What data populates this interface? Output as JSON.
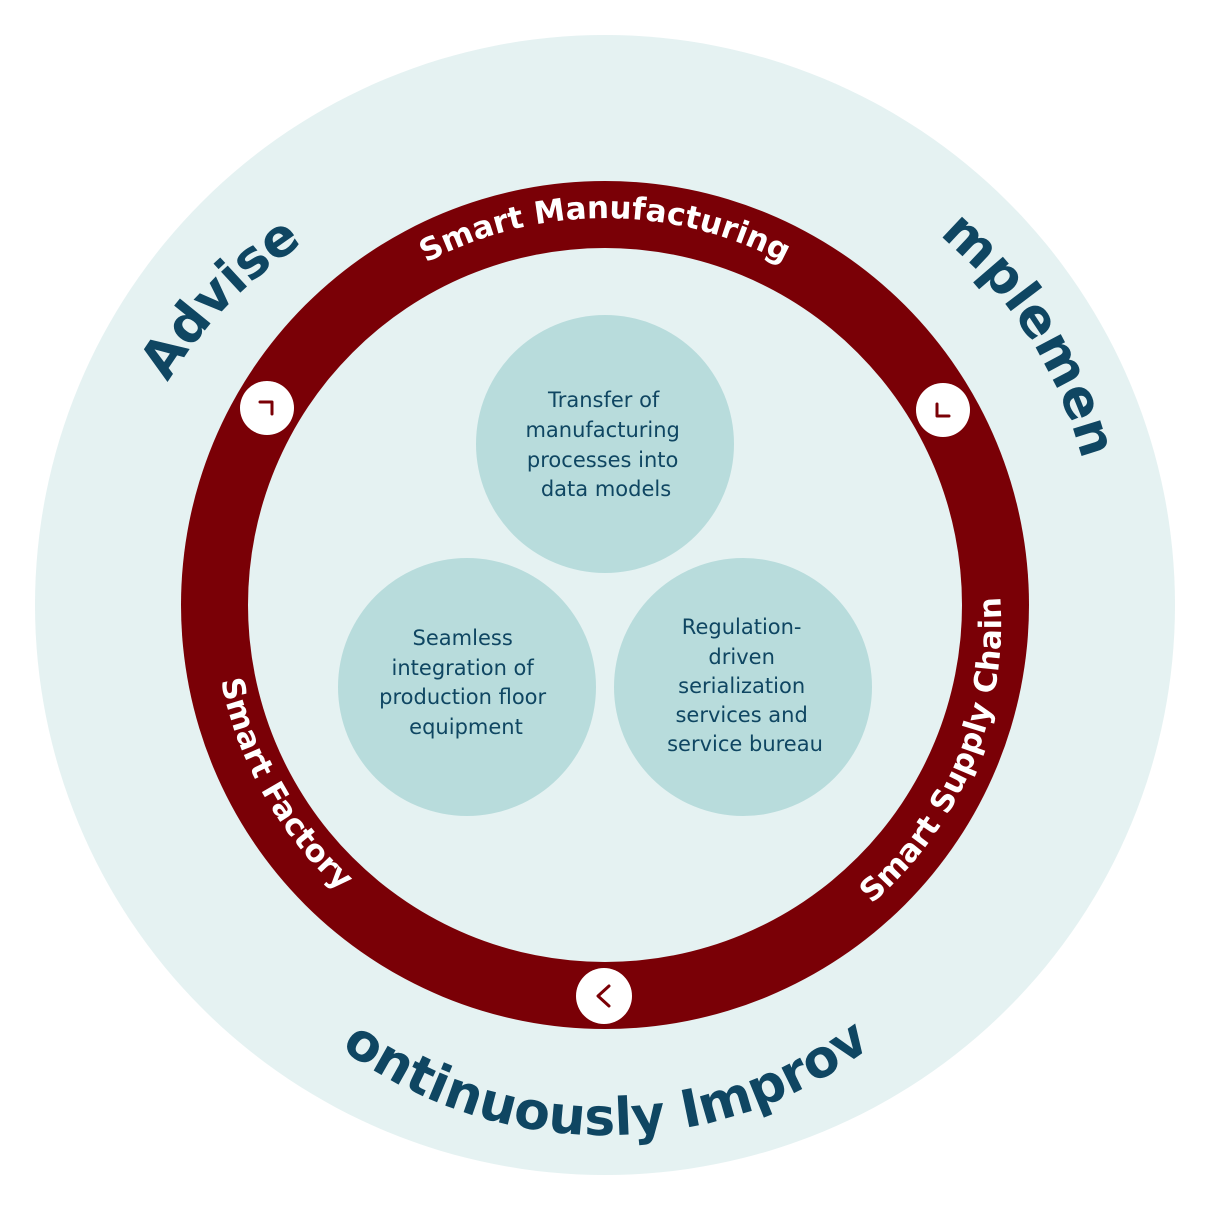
{
  "diagram": {
    "outer_labels": {
      "advise": "Advise",
      "implement": "Implement",
      "continuously_improve": "Continuously Improve"
    },
    "ring_labels": {
      "smart_manufacturing": "Smart Manufacturing",
      "smart_supply_chain": "Smart Supply Chain",
      "smart_factory": "Smart Factory"
    },
    "bubbles": {
      "top": {
        "lines": [
          "Transfer of",
          "manufacturing",
          "processes into",
          "data models"
        ]
      },
      "left": {
        "lines": [
          "Seamless",
          "integration of",
          "production floor",
          "equipment"
        ]
      },
      "right": {
        "lines": [
          "Regulation-",
          "driven",
          "serialization",
          "services and",
          "service bureau"
        ]
      }
    },
    "colors": {
      "outer_disc": "#e5f2f2",
      "ring": "#7a0006",
      "inner_disc": "#e5f2f2",
      "bubble": "#b8dcdc",
      "outer_text": "#0f4662",
      "ring_text": "#ffffff"
    },
    "icons": [
      "chevron-right-icon",
      "chevron-down-icon",
      "chevron-left-icon"
    ]
  }
}
